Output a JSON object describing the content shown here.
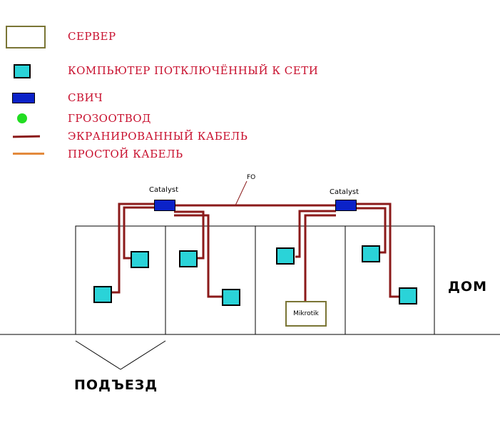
{
  "legend": {
    "server": "СЕРВЕР",
    "computer": "КОМПЬЮТЕР ПОТКЛЮЧЁННЫЙ К СЕТИ",
    "switch": "СВИЧ",
    "lightning_rod": "ГРОЗООТВОД",
    "shielded_cable": "ЭКРАНИРОВАННЫЙ КАБЕЛЬ",
    "plain_cable": "ПРОСТОЙ КАБЕЛЬ"
  },
  "labels": {
    "fiber": "FO",
    "switch_left": "Catalyst",
    "switch_right": "Catalyst",
    "router": "Mikrotik",
    "house": "ДОМ",
    "entrance": "ПОДЪЕЗД"
  },
  "colors": {
    "legend_text": "#c8102e",
    "computer": "#2ad3d8",
    "switch": "#0b22c8",
    "lightning_rod": "#22dd22",
    "shielded_cable": "#8b1a1a",
    "plain_cable": "#e38a3c",
    "server_border": "#7a7535"
  }
}
